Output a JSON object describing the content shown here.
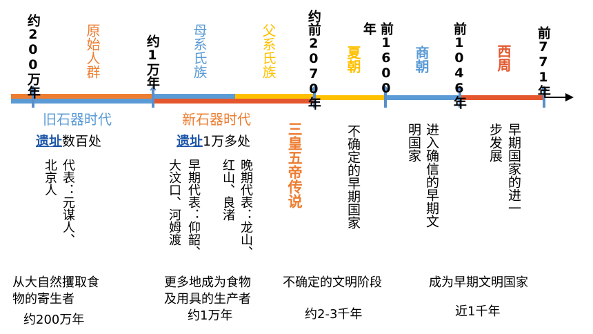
{
  "colors": {
    "orange": "#ed7d31",
    "blue": "#5b9bd5",
    "yellow": "#ffc000",
    "darkred": "#c0392b"
  },
  "timepoints": {
    "t1": "约200万年",
    "t2": "约1万年",
    "t3": "约前2070年",
    "t4a": "年",
    "t4b": "前1600",
    "t5": "前1046年",
    "t6": "前771年"
  },
  "periods_top": {
    "yuanshi": "原始人群",
    "muxi": "母系氏族",
    "fuxi": "父系氏族",
    "xia": "夏朝",
    "shang": "商朝",
    "xizhou": "西周"
  },
  "below": {
    "paleo_title": "旧石器时代",
    "paleo_sites_link": "遗址",
    "paleo_sites_count": "数百处",
    "paleo_rep_col1": "代表：元谋人、",
    "paleo_rep_col2": "北京人",
    "neo_title": "新石器时代",
    "neo_sites_link": "遗址",
    "neo_sites_count": "1万多处",
    "early_col1": "早期代表：仰韶、",
    "early_col2": "大汶口、河姆渡",
    "late_col1": "晚期代表：龙山、",
    "late_col2": "红山、良渚",
    "sanhuang": "三皇五帝传说",
    "xia_desc": "不确定的早期国家",
    "shang_col1": "进入确信的早期文",
    "shang_col2": "明国家",
    "zhou_col1": "早期国家的进一",
    "zhou_col2": "步发展"
  },
  "bottom": {
    "b1_line1": "从大自然攫取食",
    "b1_line2": "物的寄生者",
    "b1_time": "约200万年",
    "b2_line1": "更多地成为食物",
    "b2_line2": "及用具的生产者",
    "b2_time": "约1万年",
    "b3_line1": "不确定的文明阶段",
    "b3_time": "约2-3千年",
    "b4_line1": "成为早期文明国家",
    "b4_time": "近1千年"
  }
}
